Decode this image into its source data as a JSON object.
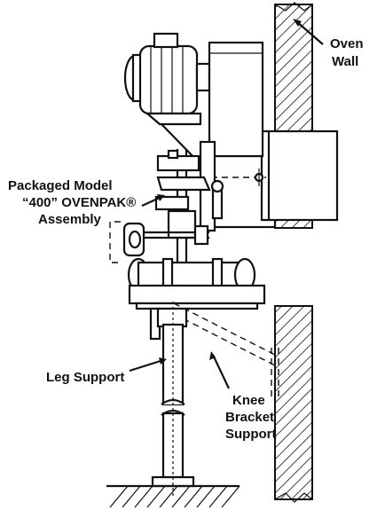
{
  "labels": {
    "oven_wall_line1": "Oven",
    "oven_wall_line2": "Wall",
    "assembly_line1": "Packaged Model",
    "assembly_line2": "“400” OVENPAK®",
    "assembly_line3": "Assembly",
    "leg_support": "Leg Support",
    "knee_line1": "Knee",
    "knee_line2": "Bracket",
    "knee_line3": "Support"
  },
  "colors": {
    "ink": "#111111",
    "background": "#ffffff"
  }
}
